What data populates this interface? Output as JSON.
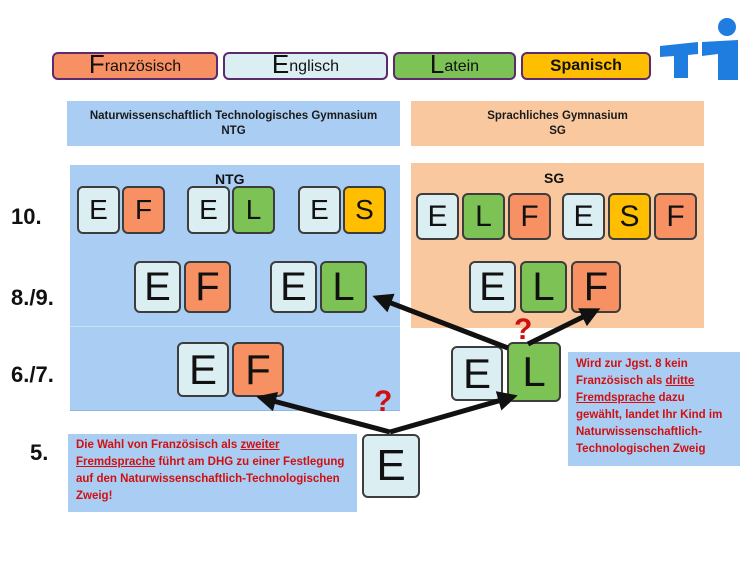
{
  "legend": [
    {
      "big": "F",
      "rest": "ranzösisch",
      "color": "#f79163"
    },
    {
      "big": "E",
      "rest": "nglisch",
      "color": "#dbeef2"
    },
    {
      "big": "L",
      "rest": "atein",
      "color": "#7cc255"
    },
    {
      "big": "S",
      "rest": "panisch",
      "color": "#ffbf00"
    }
  ],
  "header_ntg": {
    "line1": "Naturwissenschaftlich Technologisches Gymnasium",
    "line2": "NTG"
  },
  "header_sg": {
    "line1": "Sprachliches Gymnasium",
    "line2": "SG"
  },
  "panel_ntg_title": "NTG",
  "panel_sg_title": "SG",
  "grades": [
    "10.",
    "8./9.",
    "6./7.",
    "5."
  ],
  "tiles": {
    "e": "E",
    "f": "F",
    "l": "L",
    "s": "S"
  },
  "question_mark": "?",
  "note_left": {
    "part1": "Die Wahl  von Französisch als ",
    "underline1": "zweiter",
    "underline2": "Fremdsprache",
    "part2": " führt am DHG zu einer Festlegung auf den Naturwissenschaftlich-Technologischen Zweig!"
  },
  "note_right": {
    "part1": "Wird zur Jgst. 8 kein Französisch als ",
    "underline1": "dritte",
    "underline2": "Fremdsprache",
    "part2": " dazu gewählt, landet Ihr Kind im Naturwissenschaftlich-Technologischen Zweig"
  },
  "colors": {
    "french": "#f79163",
    "english": "#dbeef2",
    "latin": "#7cc255",
    "spanish": "#ffbf00",
    "ntg_panel": "#a9cdf3",
    "sg_panel": "#fac89f",
    "accent_red": "#d01010",
    "logo_blue": "#1f7de0"
  }
}
